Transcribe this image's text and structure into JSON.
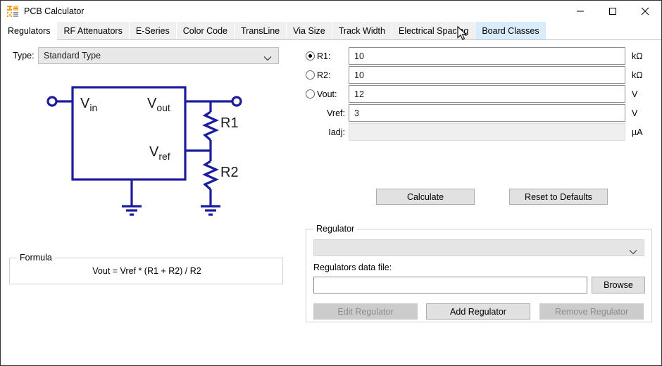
{
  "window": {
    "title": "PCB Calculator",
    "icon": "calculator-grid-icon",
    "controls": {
      "minimize": "minimize-icon",
      "maximize": "maximize-icon",
      "close": "close-icon"
    }
  },
  "tabs": [
    {
      "label": "Regulators",
      "state": "selected"
    },
    {
      "label": "RF Attenuators",
      "state": "normal"
    },
    {
      "label": "E-Series",
      "state": "normal"
    },
    {
      "label": "Color Code",
      "state": "normal"
    },
    {
      "label": "TransLine",
      "state": "normal"
    },
    {
      "label": "Via Size",
      "state": "normal"
    },
    {
      "label": "Track Width",
      "state": "normal"
    },
    {
      "label": "Electrical Spacing",
      "state": "normal"
    },
    {
      "label": "Board Classes",
      "state": "hover"
    }
  ],
  "left": {
    "type_label": "Type:",
    "type_value": "Standard Type",
    "schematic": {
      "vin": "V",
      "vin_sub": "in",
      "vout": "V",
      "vout_sub": "out",
      "vref": "V",
      "vref_sub": "ref",
      "r1": "R1",
      "r2": "R2",
      "color": "#1c1c9e"
    },
    "formula_group_title": "Formula",
    "formula": "Vout = Vref * (R1 + R2) / R2"
  },
  "right": {
    "fields": [
      {
        "name": "r1",
        "label": "R1:",
        "value": "10",
        "unit": "kΩ",
        "radio": true,
        "selected": true,
        "enabled": true
      },
      {
        "name": "r2",
        "label": "R2:",
        "value": "10",
        "unit": "kΩ",
        "radio": true,
        "selected": false,
        "enabled": true
      },
      {
        "name": "vout",
        "label": "Vout:",
        "value": "12",
        "unit": "V",
        "radio": true,
        "selected": false,
        "enabled": true
      },
      {
        "name": "vref",
        "label": "Vref:",
        "value": "3",
        "unit": "V",
        "radio": false,
        "selected": false,
        "enabled": true
      },
      {
        "name": "iadj",
        "label": "Iadj:",
        "value": "",
        "unit": "µA",
        "radio": false,
        "selected": false,
        "enabled": false
      }
    ],
    "calculate_label": "Calculate",
    "reset_label": "Reset to Defaults",
    "regulator": {
      "group_title": "Regulator",
      "combo_value": "",
      "data_file_label": "Regulators data file:",
      "data_file_value": "",
      "browse_label": "Browse",
      "edit_label": "Edit Regulator",
      "add_label": "Add Regulator",
      "remove_label": "Remove Regulator"
    }
  }
}
